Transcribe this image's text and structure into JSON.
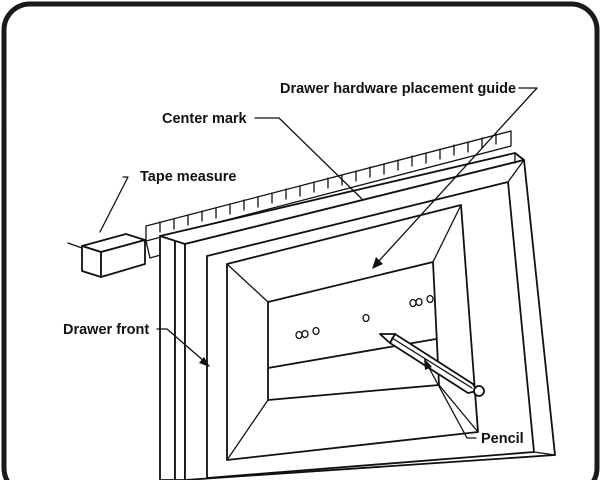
{
  "labels": {
    "guide": "Drawer hardware placement guide",
    "center_mark": "Center mark",
    "tape_measure": "Tape measure",
    "drawer_front": "Drawer front",
    "pencil": "Pencil"
  },
  "colors": {
    "ink": "#111111",
    "frame": "#1a1a1a",
    "paper": "#ffffff"
  }
}
